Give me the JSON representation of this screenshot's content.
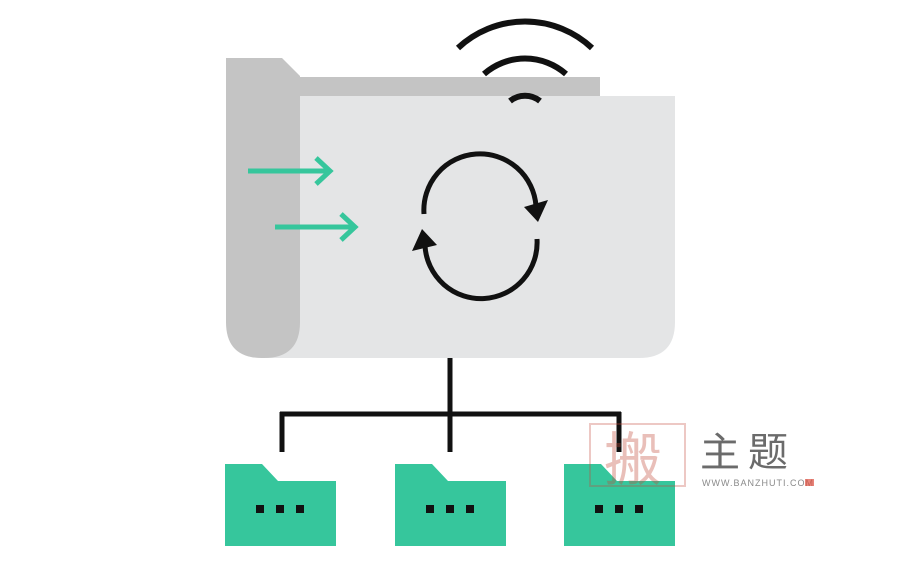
{
  "illustration": {
    "subject": "cloud folder sync",
    "colors": {
      "folder_back": "#c4c4c4",
      "folder_front": "#e4e5e6",
      "accent": "#36c69c",
      "stroke": "#111111",
      "watermark_red": "#c24a3a"
    },
    "icons": [
      "wifi-signal-icon",
      "sync-arrows-icon",
      "incoming-arrow-icon",
      "subfolder-icon"
    ],
    "subfolder_count": 3
  },
  "watermark": {
    "seal_char": "搬",
    "title": "主题",
    "url": "WWW.BANZHUTI.COM"
  }
}
